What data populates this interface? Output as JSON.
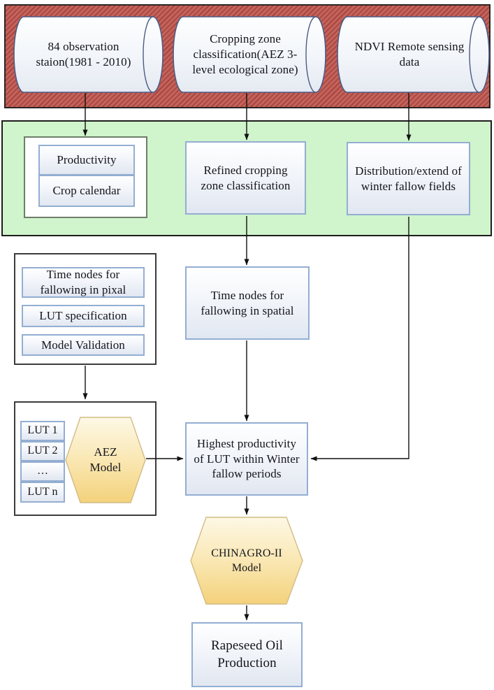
{
  "band_inputs": {
    "cylinders": [
      {
        "label": "84 observation\nstaion(1981 - 2010)"
      },
      {
        "label": "Cropping zone\nclassification(AEZ 3-\nlevel ecological zone)"
      },
      {
        "label": "NDVI Remote sensing\ndata"
      }
    ]
  },
  "band_processing": {
    "station_group": {
      "items": [
        {
          "label": "Productivity"
        },
        {
          "label": "Crop calendar"
        }
      ]
    },
    "refined": {
      "label": "Refined cropping\nzone classification"
    },
    "distribution": {
      "label": "Distribution/extend of\nwinter fallow fields"
    }
  },
  "analysis": {
    "group": {
      "items": [
        {
          "label": "Time nodes for\nfallowing in pixal"
        },
        {
          "label": "LUT specification"
        },
        {
          "label": "Model Validation"
        }
      ]
    },
    "spatial": {
      "label": "Time nodes for\nfallowing in spatial"
    }
  },
  "aez": {
    "luts": [
      {
        "label": "LUT 1"
      },
      {
        "label": "LUT 2"
      },
      {
        "label": "…"
      },
      {
        "label": "LUT n"
      }
    ],
    "hexagon": {
      "label": "AEZ\nModel"
    }
  },
  "integration": {
    "highest": {
      "label": "Highest productivity\nof LUT within Winter\nfallow periods"
    }
  },
  "output": {
    "chinagro": {
      "label": "CHINAGRO-II\nModel"
    },
    "rapeseed": {
      "label": "Rapeseed Oil\nProduction"
    }
  },
  "colors": {
    "red_band": "#c3625a",
    "red_stripe": "#882924",
    "green_band": "#d0f4cb",
    "process_box_border": "#93aed2",
    "cylinder_border": "#4d5b85",
    "hexagon_gold": "#f4d27c",
    "arrow": "#111111"
  }
}
